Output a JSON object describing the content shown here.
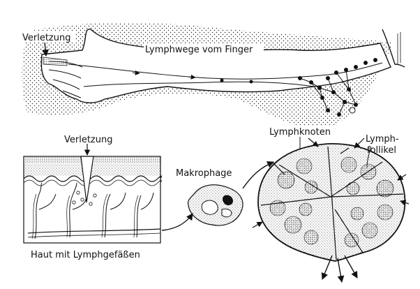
{
  "labels": {
    "injury_top": "Verletzung",
    "lymph_paths": "Lymphwege vom Finger",
    "injury_skin": "Verletzung",
    "skin_caption": "Haut mit Lymphgefäßen",
    "macrophage": "Makrophage",
    "lymph_node": "Lymphknoten",
    "follicle_line1": "Lymph-",
    "follicle_line2": "follikel"
  }
}
